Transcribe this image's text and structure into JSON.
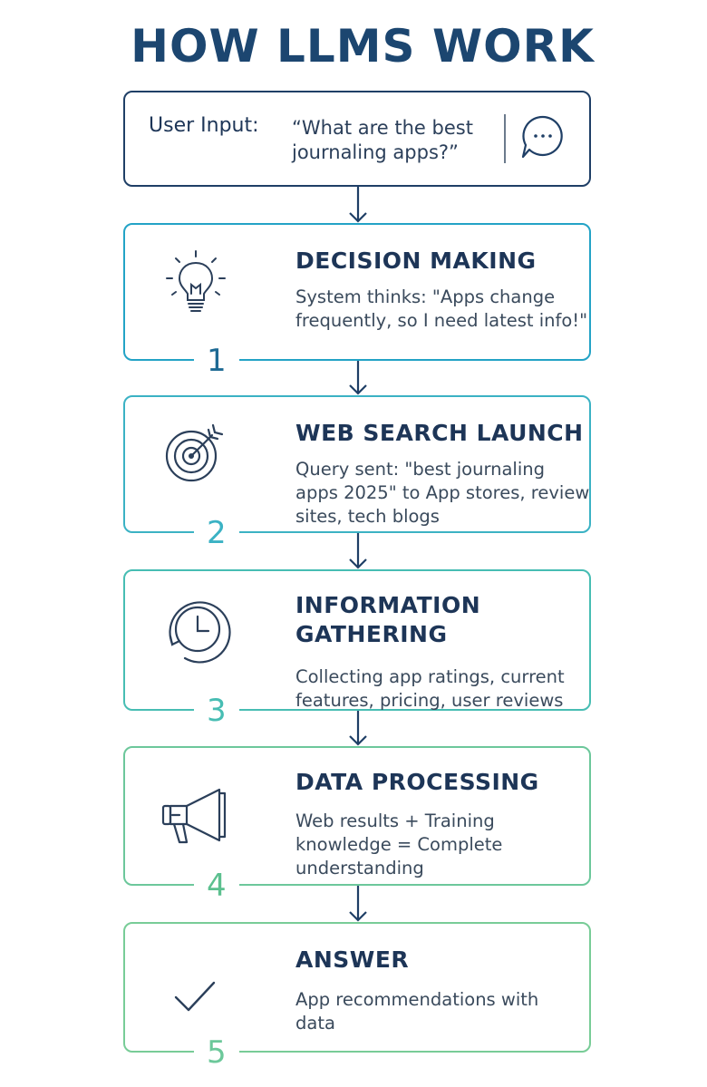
{
  "title": "HOW LLMS WORK",
  "user_input": {
    "label": "User Input:",
    "text": "“What are the best journaling apps?”"
  },
  "steps": [
    {
      "heading": "DECISION MAKING",
      "text": "System thinks: \"Apps change frequently, so I need latest info!\"",
      "number": "1",
      "icon": "lightbulb-icon"
    },
    {
      "heading": "WEB SEARCH LAUNCH",
      "text": "Query sent: \"best journaling apps 2025\" to App stores, review sites, tech blogs",
      "number": "2",
      "icon": "target-icon"
    },
    {
      "heading": "INFORMATION GATHERING",
      "text": "Collecting app ratings, current features, pricing, user reviews",
      "number": "3",
      "icon": "clock-icon"
    },
    {
      "heading": "DATA PROCESSING",
      "text": "Web results + Training knowledge = Complete understanding",
      "number": "4",
      "icon": "megaphone-icon"
    },
    {
      "heading": "ANSWER",
      "text": "App recommendations with data",
      "number": "5",
      "icon": "checkmark-icon"
    }
  ],
  "colors": {
    "title": "#1c4670",
    "step_borders": [
      "#23a3c6",
      "#3bb2c4",
      "#47bdb3",
      "#6cc79b",
      "#78cc97"
    ]
  }
}
